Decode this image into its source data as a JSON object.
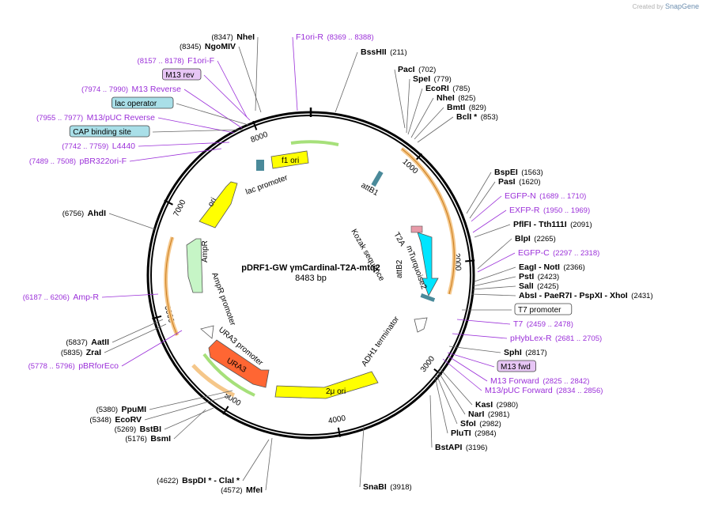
{
  "credit": {
    "prefix": "Created by",
    "brand": "SnapGene"
  },
  "plasmid": {
    "name": "pDRF1-GW γmCardinal-T2A-mtq2",
    "size_label": "8483 bp",
    "length": 8483
  },
  "ticks": [
    "1000",
    "2000",
    "3000",
    "4000",
    "5000",
    "6000",
    "7000",
    "8000"
  ],
  "colors": {
    "backbone": "#000000",
    "feature_purple": "#9b30d9",
    "ori": "#ffff00",
    "f1ori": "#ffff00",
    "amp": "#c6f5c6",
    "ura3": "#ff6633",
    "mtq2": "#00e5ff",
    "orange_arc": "#f5c78a",
    "green_arc": "#a6e07a"
  },
  "left_labels": [
    {
      "name": "NheI",
      "pos": "(8347)"
    },
    {
      "name": "NgoMIV",
      "pos": "(8345)"
    },
    {
      "name": "F1ori-F",
      "pos": "(8157 .. 8178)",
      "feature": true
    },
    {
      "name": "M13 rev",
      "box": "purple"
    },
    {
      "name": "M13 Reverse",
      "pos": "(7974 .. 7990)",
      "feature": true
    },
    {
      "name": "lac operator",
      "box": "teal"
    },
    {
      "name": "M13/pUC Reverse",
      "pos": "(7955 .. 7977)",
      "feature": true
    },
    {
      "name": "CAP binding site",
      "box": "teal"
    },
    {
      "name": "L4440",
      "pos": "(7742 .. 7759)",
      "feature": true
    },
    {
      "name": "pBR322ori-F",
      "pos": "(7489 .. 7508)",
      "feature": true
    },
    {
      "name": "AhdI",
      "pos": "(6756)"
    },
    {
      "name": "Amp-R",
      "pos": "(6187 .. 6206)",
      "feature": true
    },
    {
      "name": "AatII",
      "pos": "(5837)"
    },
    {
      "name": "ZraI",
      "pos": "(5835)"
    },
    {
      "name": "pBRforEco",
      "pos": "(5778 .. 5796)",
      "feature": true
    },
    {
      "name": "PpuMI",
      "pos": "(5380)"
    },
    {
      "name": "EcoRV",
      "pos": "(5348)"
    },
    {
      "name": "BstBI",
      "pos": "(5269)"
    },
    {
      "name": "BsmI",
      "pos": "(5176)"
    },
    {
      "name": "BspDI * - ClaI *",
      "pos": "(4622)"
    },
    {
      "name": "MfeI",
      "pos": "(4572)"
    }
  ],
  "right_labels": [
    {
      "name": "F1ori-R",
      "pos": "(8369 .. 8388)",
      "feature": true
    },
    {
      "name": "BssHII",
      "pos": "(211)"
    },
    {
      "name": "PacI",
      "pos": "(702)"
    },
    {
      "name": "SpeI",
      "pos": "(779)"
    },
    {
      "name": "EcoRI",
      "pos": "(785)"
    },
    {
      "name": "NheI",
      "pos": "(825)"
    },
    {
      "name": "BmtI",
      "pos": "(829)"
    },
    {
      "name": "BclI *",
      "pos": "(853)"
    },
    {
      "name": "BspEI",
      "pos": "(1563)"
    },
    {
      "name": "PasI",
      "pos": "(1620)"
    },
    {
      "name": "EGFP-N",
      "pos": "(1689 .. 1710)",
      "feature": true
    },
    {
      "name": "EXFP-R",
      "pos": "(1950 .. 1969)",
      "feature": true
    },
    {
      "name": "PflFI - Tth111I",
      "pos": "(2091)"
    },
    {
      "name": "BlpI",
      "pos": "(2265)"
    },
    {
      "name": "EGFP-C",
      "pos": "(2297 .. 2318)",
      "feature": true
    },
    {
      "name": "EagI - NotI",
      "pos": "(2366)"
    },
    {
      "name": "PstI",
      "pos": "(2423)"
    },
    {
      "name": "SalI",
      "pos": "(2425)"
    },
    {
      "name": "AbsI - PaeR7I - PspXI - XhoI",
      "pos": "(2431)"
    },
    {
      "name": "T7 promoter",
      "box": "white"
    },
    {
      "name": "T7",
      "pos": "(2459 .. 2478)",
      "feature": true
    },
    {
      "name": "pHybLex-R",
      "pos": "(2681 .. 2705)",
      "feature": true
    },
    {
      "name": "SphI",
      "pos": "(2817)"
    },
    {
      "name": "M13 fwd",
      "box": "purple"
    },
    {
      "name": "M13 Forward",
      "pos": "(2825 .. 2842)",
      "feature": true
    },
    {
      "name": "M13/pUC Forward",
      "pos": "(2834 .. 2856)",
      "feature": true
    },
    {
      "name": "KasI",
      "pos": "(2980)"
    },
    {
      "name": "NarI",
      "pos": "(2981)"
    },
    {
      "name": "SfoI",
      "pos": "(2982)"
    },
    {
      "name": "PluTI",
      "pos": "(2984)"
    },
    {
      "name": "BstAPI",
      "pos": "(3196)"
    },
    {
      "name": "SnaBI",
      "pos": "(3918)"
    }
  ],
  "inner_features": {
    "f1ori": "f1 ori",
    "lac_promoter": "lac promoter",
    "ori": "ori",
    "ampr": "AmpR",
    "ampr_promoter": "AmpR promoter",
    "ura3_promoter": "URA3 promoter",
    "ura3": "URA3",
    "two_mu_ori": "2μ ori",
    "adh1_terminator": "ADH1 terminator",
    "attb1": "attB1",
    "attb2": "attB2",
    "kozak": "Kozak sequence",
    "t2a": "T2A",
    "mturquoise2": "mTurquoise2"
  }
}
